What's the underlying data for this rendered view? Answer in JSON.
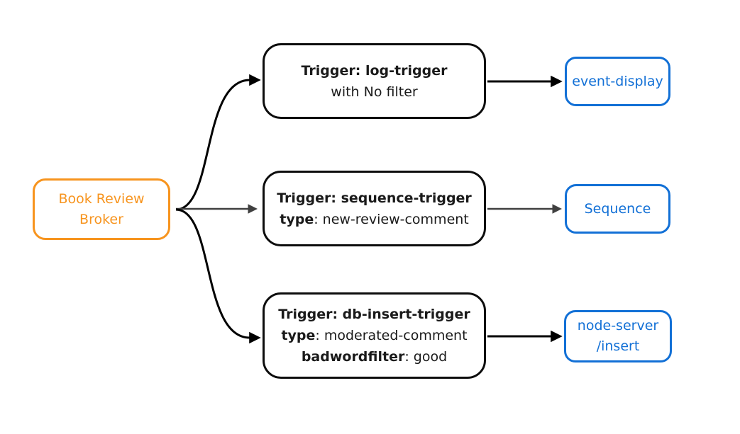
{
  "colors": {
    "background": "#FFFFFF",
    "broker_orange": "#F7941E",
    "sink_blue": "#1270D6",
    "trigger_border": "#0D0D0D",
    "trigger_text": "#1A1A1A",
    "edge_black": "#000000",
    "edge_gray": "#404040"
  },
  "nodes": {
    "broker": {
      "id": "broker",
      "lines": [
        "Book Review",
        "Broker"
      ]
    },
    "triggers": [
      {
        "id": "log-trigger",
        "lines": [
          {
            "b": "Trigger: log-trigger",
            "r": ""
          },
          {
            "b": "",
            "r": "with No filter"
          }
        ]
      },
      {
        "id": "sequence-trigger",
        "lines": [
          {
            "b": "Trigger: sequence-trigger",
            "r": ""
          },
          {
            "b": "type",
            "r": ": new-review-comment"
          }
        ]
      },
      {
        "id": "db-insert-trigger",
        "lines": [
          {
            "b": "Trigger: db-insert-trigger",
            "r": ""
          },
          {
            "b": "type",
            "r": ": moderated-comment"
          },
          {
            "b": "badwordfilter",
            "r": ": good"
          }
        ]
      }
    ],
    "sinks": [
      {
        "id": "event-display",
        "lines": [
          "event-display"
        ]
      },
      {
        "id": "sequence",
        "lines": [
          "Sequence"
        ]
      },
      {
        "id": "node-server-insert",
        "lines": [
          "node-server",
          "/insert"
        ]
      }
    ]
  },
  "edges": [
    {
      "from": "broker",
      "to": "log-trigger",
      "color": "black",
      "style": "curved"
    },
    {
      "from": "broker",
      "to": "sequence-trigger",
      "color": "gray",
      "style": "straight"
    },
    {
      "from": "broker",
      "to": "db-insert-trigger",
      "color": "black",
      "style": "curved"
    },
    {
      "from": "log-trigger",
      "to": "event-display",
      "color": "black",
      "style": "straight"
    },
    {
      "from": "sequence-trigger",
      "to": "sequence",
      "color": "gray",
      "style": "straight"
    },
    {
      "from": "db-insert-trigger",
      "to": "node-server-insert",
      "color": "black",
      "style": "straight"
    }
  ]
}
